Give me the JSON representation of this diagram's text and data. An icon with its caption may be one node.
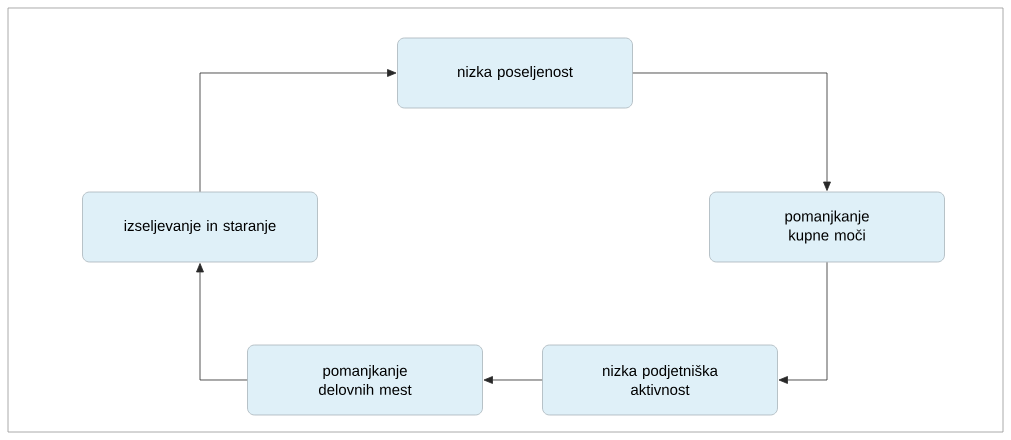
{
  "diagram": {
    "nodes": [
      {
        "text": [
          "nizka poseljenost"
        ]
      },
      {
        "text": [
          "pomanjkanje kupne moči"
        ]
      },
      {
        "text": [
          "nizka podjetniška aktivnost"
        ]
      },
      {
        "text": [
          "pomanjkanje delovnih mest"
        ]
      },
      {
        "text": [
          "izseljevanje in staranje"
        ]
      }
    ],
    "edges": [
      {
        "from": 0,
        "to": 1,
        "arrow": "to"
      },
      {
        "from": 1,
        "to": 2,
        "arrow": "to"
      },
      {
        "from": 2,
        "to": 3,
        "arrow": "to"
      },
      {
        "from": 3,
        "to": 4,
        "arrow": "to"
      },
      {
        "from": 4,
        "to": 0,
        "arrow": "to"
      }
    ]
  }
}
